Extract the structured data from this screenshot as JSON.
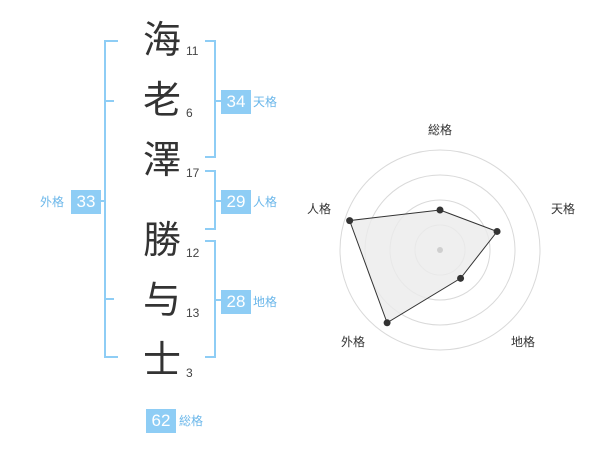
{
  "name_chars": [
    {
      "char": "海",
      "strokes": "11"
    },
    {
      "char": "老",
      "strokes": "6"
    },
    {
      "char": "澤",
      "strokes": "17"
    },
    {
      "char": "勝",
      "strokes": "12"
    },
    {
      "char": "与",
      "strokes": "13"
    },
    {
      "char": "士",
      "strokes": "3"
    }
  ],
  "fortunes": {
    "tenkaku": {
      "value": "34",
      "label": "天格"
    },
    "jinkaku": {
      "value": "29",
      "label": "人格"
    },
    "chikaku": {
      "value": "28",
      "label": "地格"
    },
    "gaikaku": {
      "value": "33",
      "label": "外格"
    },
    "soukaku": {
      "value": "62",
      "label": "総格"
    }
  },
  "colors": {
    "accent": "#8ecdf5",
    "accent_text": "#6bb7ea",
    "radar_fill": "#ebebeb",
    "radar_line": "#333333"
  },
  "chart_data": {
    "type": "radar",
    "axes": [
      "総格",
      "天格",
      "地格",
      "外格",
      "人格"
    ],
    "values": [
      0.4,
      0.6,
      0.35,
      0.9,
      0.95
    ],
    "range": [
      0,
      1
    ],
    "rings": 4
  }
}
